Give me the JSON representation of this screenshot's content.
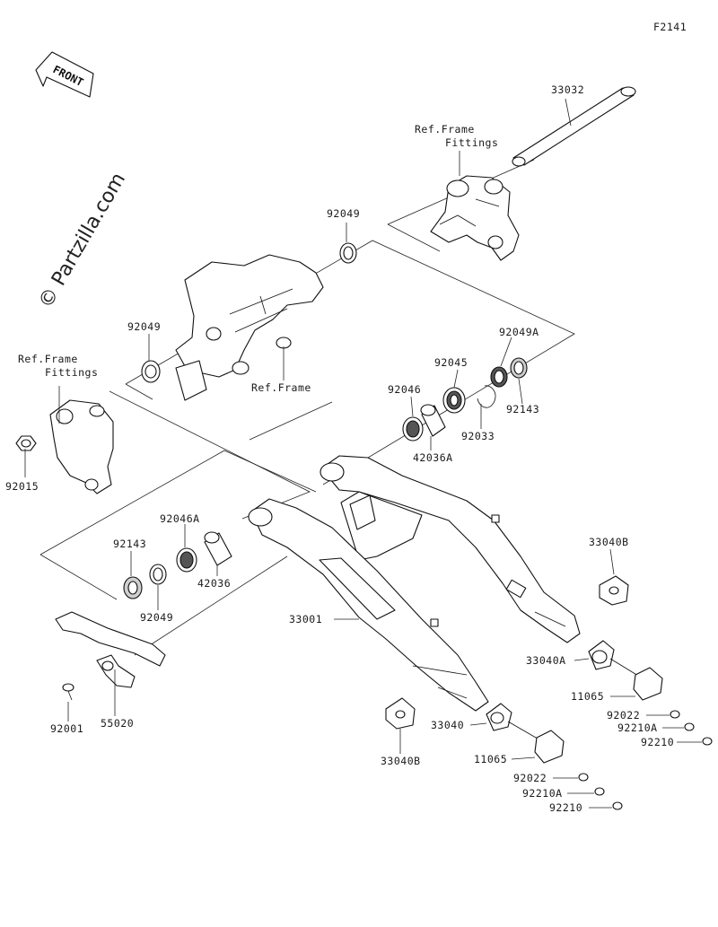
{
  "diagram_code": "F2141",
  "watermark": "© Partzilla.com",
  "front_badge": "FRONT",
  "ref_labels": {
    "frame_fittings_top_line1": "Ref.Frame",
    "frame_fittings_top_line2": "Fittings",
    "frame_fittings_left_line1": "Ref.Frame",
    "frame_fittings_left_line2": "Fittings",
    "frame": "Ref.Frame"
  },
  "parts": {
    "p33032": "33032",
    "p92049_top": "92049",
    "p92049_left": "92049",
    "p92049A": "92049A",
    "p92045": "92045",
    "p92046": "92046",
    "p92033": "92033",
    "p92143_right": "92143",
    "p42036A": "42036A",
    "p92015": "92015",
    "p92046A": "92046A",
    "p92143_left": "92143",
    "p42036": "42036",
    "p92049_bottom": "92049",
    "p33040B_right": "33040B",
    "p33001": "33001",
    "p33040A": "33040A",
    "p11065_right": "11065",
    "p92022_right": "92022",
    "p92210A_right": "92210A",
    "p92210_right": "92210",
    "p33040": "33040",
    "p11065_bottom": "11065",
    "p92022_bottom": "92022",
    "p92210A_bottom": "92210A",
    "p92210_bottom": "92210",
    "p33040B_bottom": "33040B",
    "p92001": "92001",
    "p55020": "55020"
  }
}
